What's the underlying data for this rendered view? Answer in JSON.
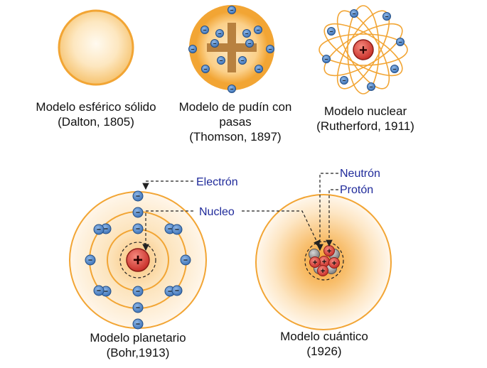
{
  "models": [
    {
      "name": "Modelo esférico sólido",
      "detail": "(Dalton, 1805)"
    },
    {
      "name": "Modelo de pudín con",
      "name2": "pasas",
      "detail": "(Thomson, 1897)"
    },
    {
      "name": "Modelo nuclear",
      "detail": "(Rutherford, 1911)"
    },
    {
      "name": "Modelo planetario",
      "detail": "(Bohr,1913)"
    },
    {
      "name": "Modelo cuántico",
      "detail": "(1926)"
    }
  ],
  "labels": {
    "electron": "Electrón",
    "nucleus": "Nucleo",
    "neutron": "Neutrón",
    "proton": "Protón"
  },
  "symbols": {
    "plus": "+",
    "minus": "−"
  },
  "colors": {
    "orange": "#f2a534",
    "light_orange": "#fde3b4",
    "electron_blue": "#4f86c6",
    "nucleus_red": "#e0453e",
    "label_blue": "#1f2a9a"
  }
}
